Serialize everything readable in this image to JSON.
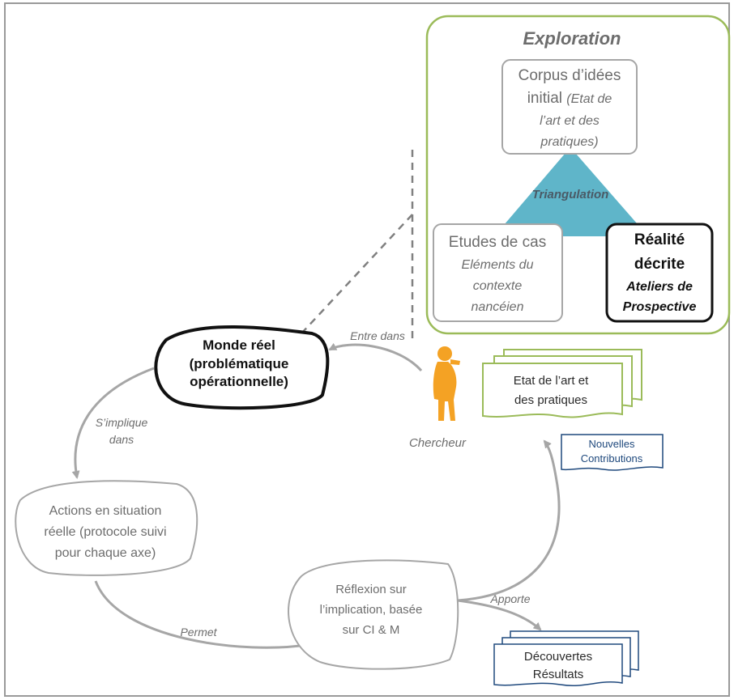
{
  "exploration": {
    "title": "Exploration",
    "corpus": {
      "line1": "Corpus d’idées",
      "line2a": "initial",
      "line2b": "(Etat de",
      "line3": "l’art et des",
      "line4": "pratiques)"
    },
    "triangulation": "Triangulation",
    "etudes": {
      "line1": "Etudes de cas",
      "line2": "Eléments du",
      "line3": "contexte",
      "line4": "nancéien"
    },
    "realite": {
      "line1": "Réalité",
      "line2": "décrite",
      "line3": "Ateliers de",
      "line4": "Prospective"
    }
  },
  "cycle": {
    "monde": {
      "line1": "Monde réel",
      "line2": "(problématique",
      "line3": "opérationnelle)"
    },
    "actions": {
      "line1": "Actions en situation",
      "line2": "réelle (protocole suivi",
      "line3": "pour chaque axe)"
    },
    "reflexion": {
      "line1": "Réflexion sur",
      "line2": "l’implication, basée",
      "line3": "sur CI & M"
    },
    "chercheur": "Chercheur",
    "etat": {
      "line1": "Etat de l’art et",
      "line2": "des pratiques"
    },
    "nouvelles": {
      "line1": "Nouvelles",
      "line2": "Contributions"
    },
    "decouvertes": {
      "line1": "Découvertes",
      "line2": "Résultats"
    }
  },
  "labels": {
    "entre_dans": "Entre dans",
    "simplique_1": "S’implique",
    "simplique_2": "dans",
    "permet": "Permet",
    "apporte": "Apporte"
  },
  "colors": {
    "exploration_border": "#9bbb59",
    "triangle": "#5fb5c9",
    "chercheur": "#f4a224",
    "doc_green": "#9bbb59",
    "doc_blue": "#1f497d",
    "arrow_gray": "#a6a6a6"
  }
}
